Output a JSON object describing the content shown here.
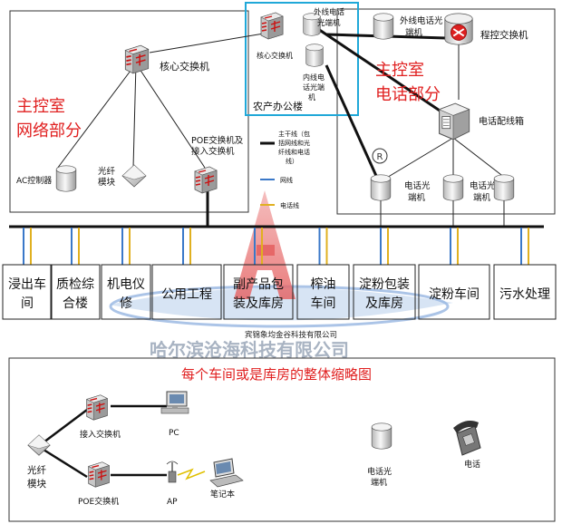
{
  "main_network": {
    "title_line1": "主控室",
    "title_line2": "网络部分",
    "core_switch": "核心交换机",
    "poe_switch_line1": "POE交换机及",
    "poe_switch_line2": "接入交换机",
    "fiber_module_line1": "光纤",
    "fiber_module_line2": "模块",
    "ac_controller": "AC控制器"
  },
  "farm_office": {
    "label": "农产办公楼",
    "core_switch": "核心交换机",
    "ext_phone_fiber_line1": "外线电话",
    "ext_phone_fiber_line2": "光端机",
    "int_phone_fiber_line1": "内线电",
    "int_phone_fiber_line2": "话光端",
    "int_phone_fiber_line3": "机"
  },
  "main_phone": {
    "title_line1": "主控室",
    "title_line2": "电话部分",
    "ext_phone_fiber_line1": "外线电话光",
    "ext_phone_fiber_line2": "端机",
    "pbx": "程控交换机",
    "distribution_box": "电话配线箱",
    "phone_fiber_left_line1": "电话光",
    "phone_fiber_left_line2": "端机",
    "phone_fiber_right_line1": "电话光",
    "phone_fiber_right_line2": "端机",
    "registered_mark": "R"
  },
  "legend": {
    "trunk_line1": "主干线（包",
    "trunk_line2": "括网线和光",
    "trunk_line3": "纤线和电话",
    "trunk_line4": "线）",
    "network_cable": "网线",
    "phone_cable": "电话线"
  },
  "buildings": [
    {
      "line1": "浸出车",
      "line2": "间"
    },
    {
      "line1": "质检综",
      "line2": "合楼"
    },
    {
      "line1": "机电仪",
      "line2": "修"
    },
    {
      "line1": "公用工程",
      "line2": ""
    },
    {
      "line1": "副产品包",
      "line2": "装及库房"
    },
    {
      "line1": "榨油",
      "line2": "车间"
    },
    {
      "line1": "淀粉包装",
      "line2": "及库房"
    },
    {
      "line1": "淀粉车间",
      "line2": ""
    },
    {
      "line1": "污水处理",
      "line2": ""
    }
  ],
  "watermark": {
    "small": "宾锦象均金谷科技有限公司",
    "large": "哈尔滨沧海科技有限公司"
  },
  "workshop": {
    "title": "每个车间或是库房的整体缩略图",
    "access_switch": "接入交换机",
    "pc": "PC",
    "fiber_module_line1": "光纤",
    "fiber_module_line2": "模块",
    "poe_switch": "POE交换机",
    "ap": "AP",
    "laptop": "笔记本",
    "phone_fiber_line1": "电话光",
    "phone_fiber_line2": "端机",
    "phone": "电话"
  },
  "colors": {
    "title_red": "#e02020",
    "network_blue": "#3a78c8",
    "phone_yellow": "#e0b020",
    "highlight_cyan": "#20a8d8",
    "watermark_red": "#e04040",
    "watermark_blue": "#5a8ad0"
  },
  "icons": [
    "router-switch-icon",
    "database-cylinder-icon",
    "fiber-module-icon",
    "distribution-box-icon",
    "pc-icon",
    "laptop-icon",
    "wifi-ap-icon",
    "telephone-icon"
  ]
}
